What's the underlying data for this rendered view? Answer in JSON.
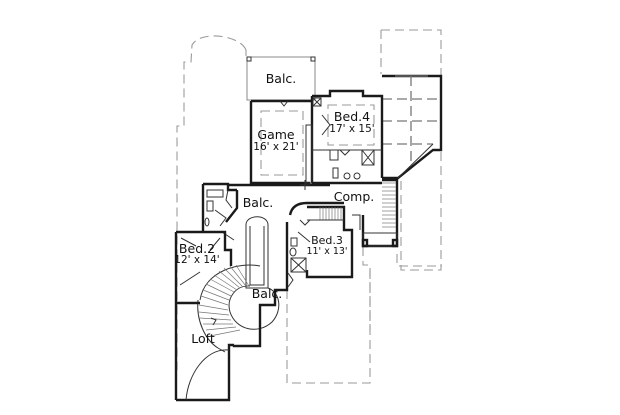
{
  "plan": {
    "type": "second-floor-plan",
    "rooms": [
      {
        "name": "Balc.",
        "dims": "",
        "id": "balcony-top"
      },
      {
        "name": "Game",
        "dims": "16' x 21'",
        "id": "game-room"
      },
      {
        "name": "Bed.4",
        "dims": "17' x 15'",
        "id": "bedroom-4"
      },
      {
        "name": "Balc.",
        "dims": "",
        "id": "balcony-upper-hall"
      },
      {
        "name": "Comp.",
        "dims": "",
        "id": "computer-nook"
      },
      {
        "name": "Bed.2",
        "dims": "12' x 14'",
        "id": "bedroom-2"
      },
      {
        "name": "Bed.3",
        "dims": "11' x 13'",
        "id": "bedroom-3"
      },
      {
        "name": "Balc.",
        "dims": "",
        "id": "balcony-stair"
      },
      {
        "name": "Loft",
        "dims": "",
        "id": "loft"
      }
    ]
  },
  "colors": {
    "wall": "#1a1a1a",
    "dashed_outline": "#9a9a9a",
    "background": "#ffffff"
  }
}
